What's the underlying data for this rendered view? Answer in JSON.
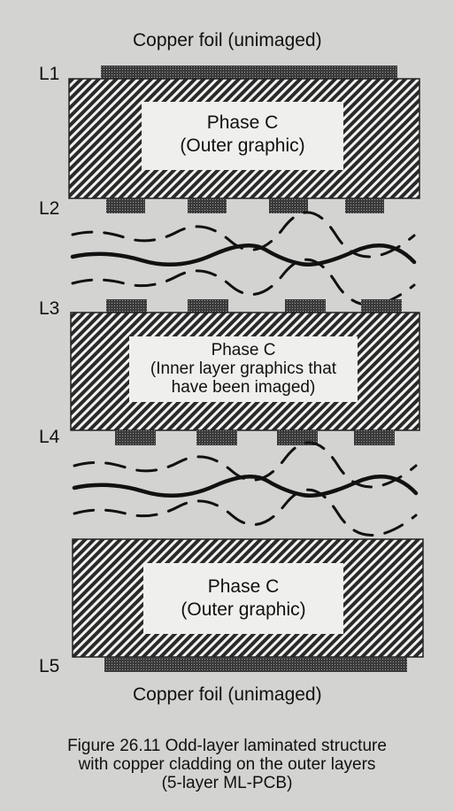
{
  "top_label": "Copper foil (unimaged)",
  "bottom_label": "Copper foil (unimaged)",
  "layers": [
    "L1",
    "L2",
    "L3",
    "L4",
    "L5"
  ],
  "blocks": {
    "top": [
      "Phase C",
      "(Outer graphic)"
    ],
    "middle": [
      "Phase C",
      "(Inner layer graphics that",
      "have been imaged)"
    ],
    "bottom": [
      "Phase C",
      "(Outer graphic)"
    ]
  },
  "caption": [
    "Figure 26.11 Odd-layer laminated structure",
    "with copper cladding on the outer layers",
    "(5-layer ML-PCB)"
  ]
}
